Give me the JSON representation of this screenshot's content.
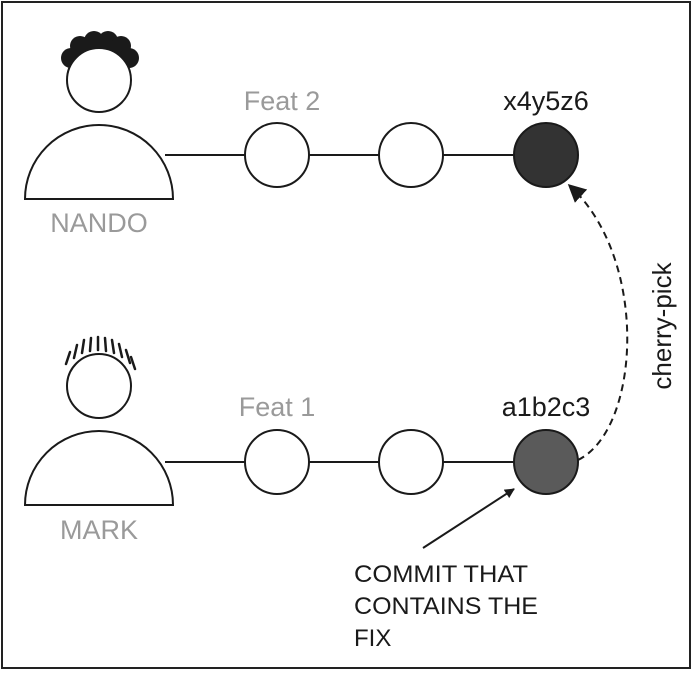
{
  "users": [
    {
      "name": "NANDO",
      "branch": "Feat 2",
      "commit_hash": "x4y5z6"
    },
    {
      "name": "MARK",
      "branch": "Feat 1",
      "commit_hash": "a1b2c3"
    }
  ],
  "arrow_label": "cherry-pick",
  "note_lines": [
    "COMMIT THAT",
    "CONTAINS THE",
    "FIX"
  ],
  "colors": {
    "muted_text": "#9a9a9a",
    "dark_text": "#1a1a1a",
    "line": "#1a1a1a",
    "target_commit_fill": "#333333",
    "source_commit_fill": "#5a5a5a",
    "plain_commit_fill": "#ffffff"
  }
}
